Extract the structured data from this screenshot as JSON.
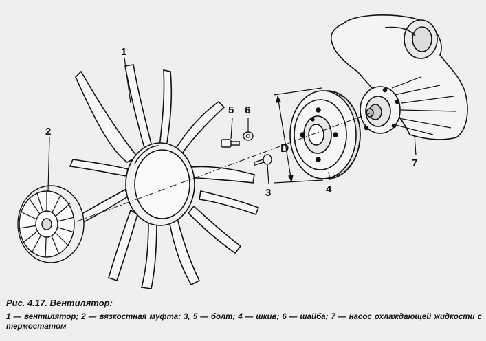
{
  "callouts": {
    "c1": "1",
    "c2": "2",
    "c3": "3",
    "c4": "4",
    "c5": "5",
    "c6": "6",
    "c7": "7",
    "dim": "D"
  },
  "caption": {
    "title": "Рис. 4.17. Вентилятор:",
    "legend": "1 — вентилятор; 2 — вязкостная муфта; 3, 5 — болт; 4 — шкив; 6 — шайба; 7 — насос охлаждающей жидкости с термостатом"
  }
}
